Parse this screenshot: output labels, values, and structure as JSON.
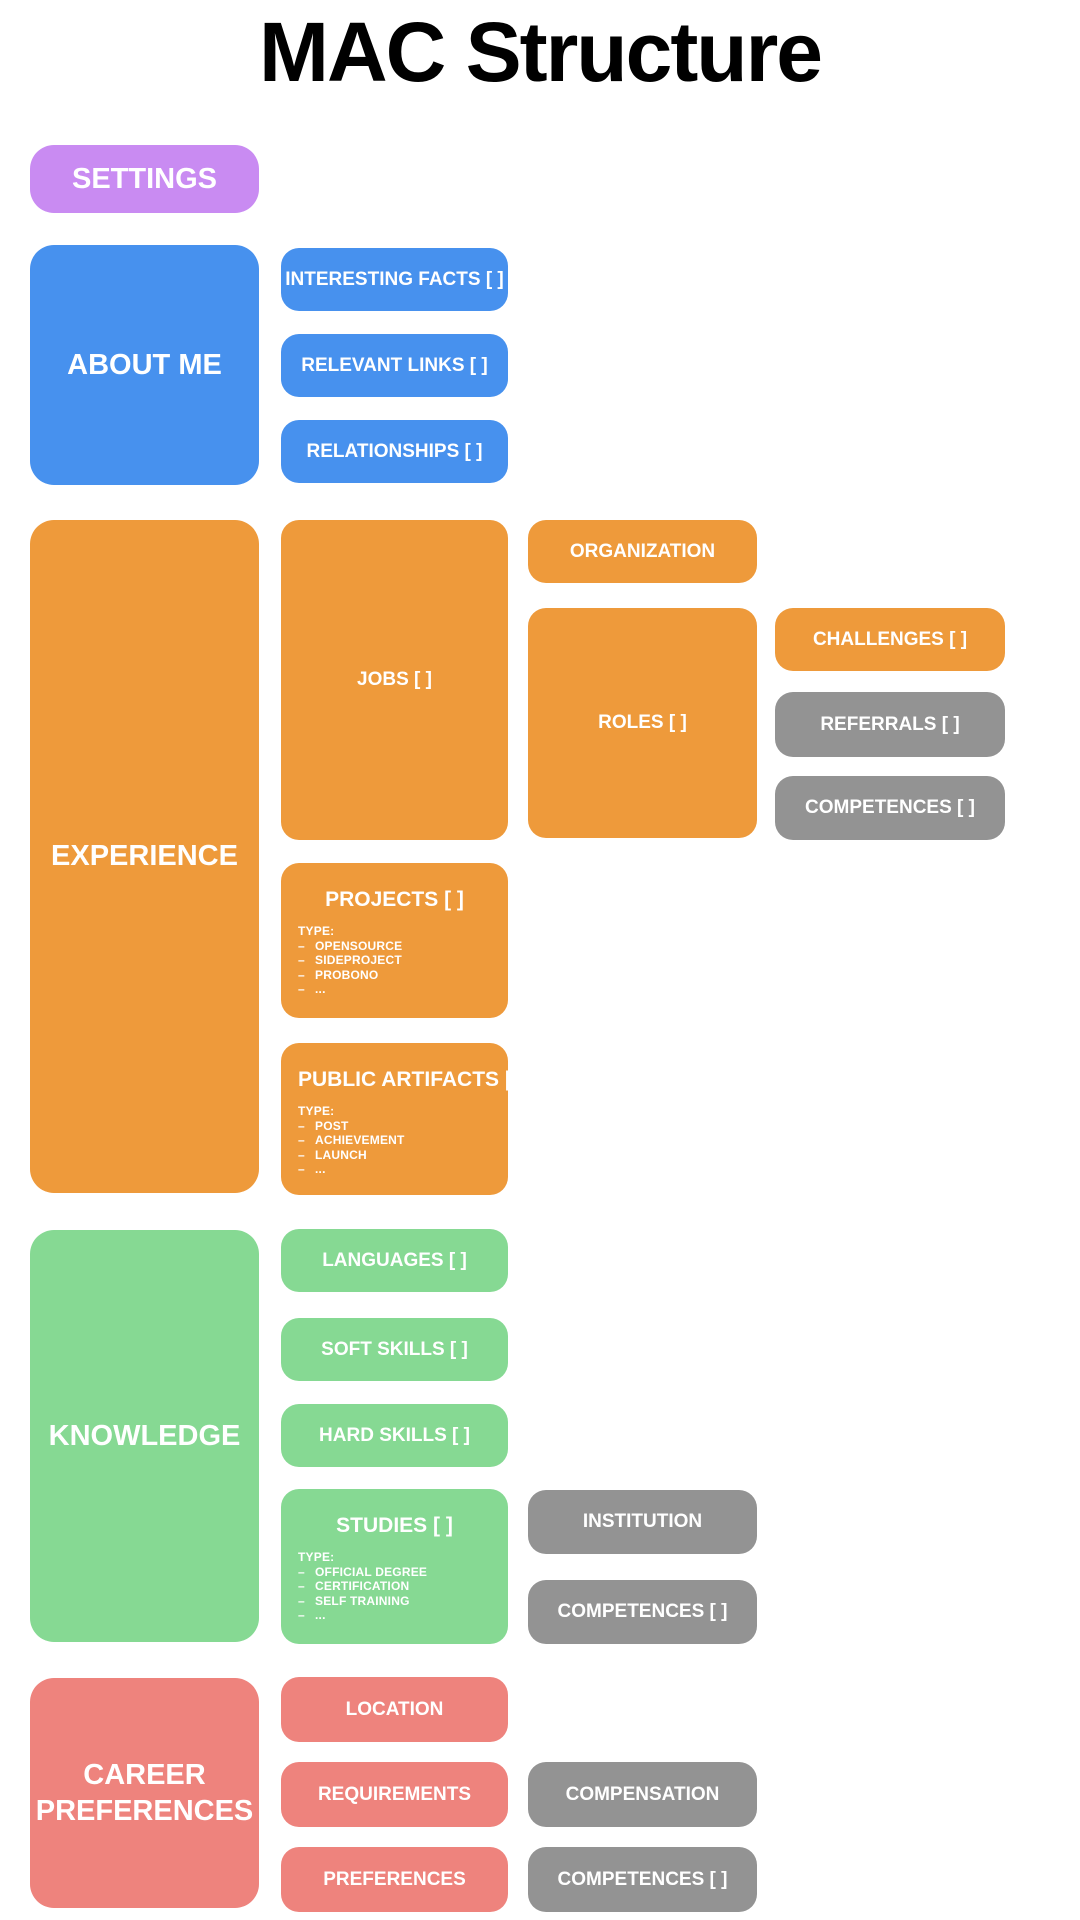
{
  "title": "MAC Structure",
  "list_bullet": "–",
  "colors": {
    "purple": "#c98bf2",
    "blue": "#4791ee",
    "orange": "#ee9a3b",
    "green": "#86d993",
    "gray": "#939393",
    "salmon": "#ee837d"
  },
  "settings": {
    "label": "SETTINGS"
  },
  "about_me": {
    "label": "ABOUT ME",
    "children": [
      {
        "label": "INTERESTING FACTS [ ]"
      },
      {
        "label": "RELEVANT LINKS [ ]"
      },
      {
        "label": "RELATIONSHIPS [ ]"
      }
    ]
  },
  "experience": {
    "label": "EXPERIENCE",
    "jobs": {
      "label": "JOBS [ ]",
      "organization": {
        "label": "ORGANIZATION"
      },
      "roles": {
        "label": "ROLES [ ]",
        "children": [
          {
            "label": "CHALLENGES [ ]"
          },
          {
            "label": "REFERRALS [ ]"
          },
          {
            "label": "COMPETENCES [ ]"
          }
        ]
      }
    },
    "projects": {
      "label": "PROJECTS [ ]",
      "type_heading": "TYPE:",
      "types": [
        "OPENSOURCE",
        "SIDEPROJECT",
        "PROBONO",
        "..."
      ]
    },
    "public_artifacts": {
      "label": "PUBLIC ARTIFACTS [ ]",
      "type_heading": "TYPE:",
      "types": [
        "POST",
        "ACHIEVEMENT",
        "LAUNCH",
        "..."
      ]
    }
  },
  "knowledge": {
    "label": "KNOWLEDGE",
    "children": [
      {
        "label": "LANGUAGES [ ]"
      },
      {
        "label": "SOFT SKILLS [ ]"
      },
      {
        "label": "HARD SKILLS [ ]"
      }
    ],
    "studies": {
      "label": "STUDIES [ ]",
      "type_heading": "TYPE:",
      "types": [
        "OFFICIAL DEGREE",
        "CERTIFICATION",
        "SELF TRAINING",
        "..."
      ],
      "children": [
        {
          "label": "INSTITUTION"
        },
        {
          "label": "COMPETENCES [ ]"
        }
      ]
    }
  },
  "career_preferences": {
    "label": "CAREER PREFERENCES",
    "children": [
      {
        "label": "LOCATION"
      },
      {
        "label": "REQUIREMENTS"
      },
      {
        "label": "PREFERENCES"
      }
    ],
    "requirements_children": [
      {
        "label": "COMPENSATION"
      },
      {
        "label": "COMPETENCES [ ]"
      }
    ]
  }
}
